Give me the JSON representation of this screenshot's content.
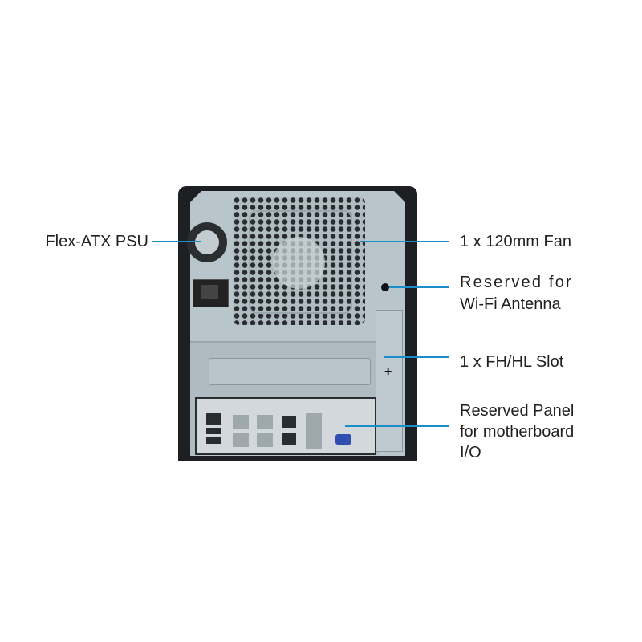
{
  "callouts": {
    "psu": "Flex-ATX PSU",
    "fan": "1 x 120mm Fan",
    "antenna_line1": "Reserved for",
    "antenna_line2": "Wi-Fi Antenna",
    "slot": "1 x FH/HL Slot",
    "io_line1": "Reserved Panel",
    "io_line2": "for motherboard",
    "io_line3": "I/O"
  },
  "colors": {
    "leader": "#1b8dc8",
    "text": "#231f20"
  }
}
